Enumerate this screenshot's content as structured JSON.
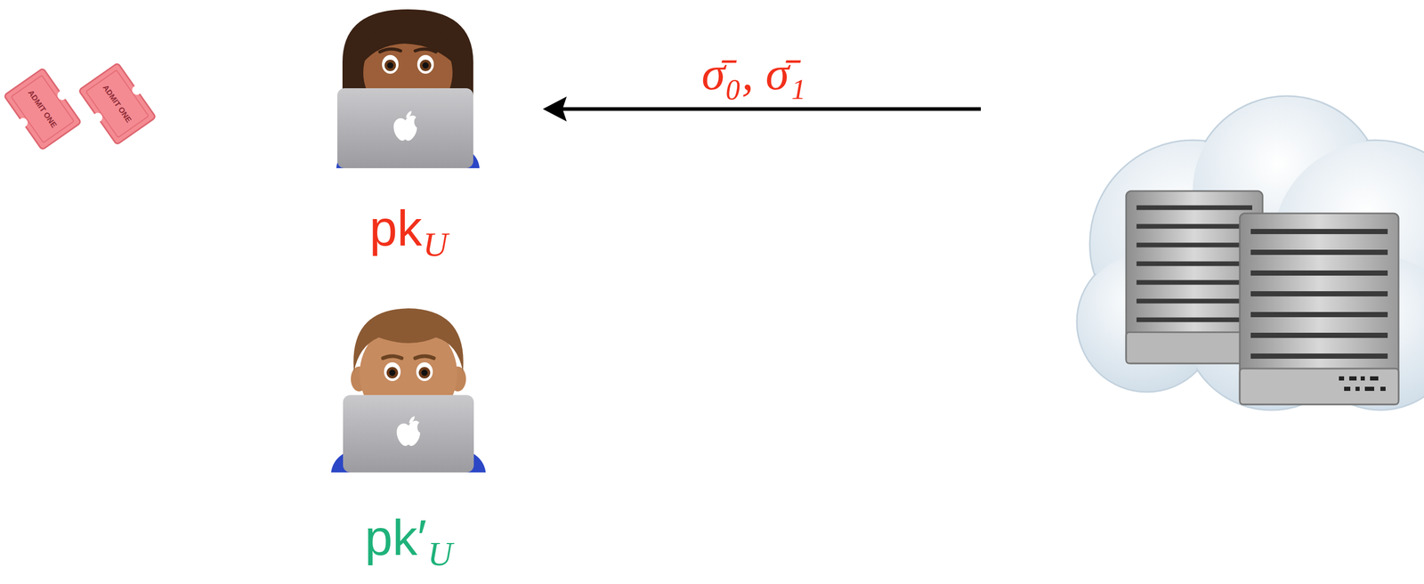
{
  "diagram": {
    "nodes": [
      {
        "text": [
          "pk",
          "U"
        ]
      },
      {
        "text": [
          "pk′",
          "U"
        ]
      }
    ],
    "labels": [
      "σ̄₀, σ̄₁",
      "ADMIT ONE",
      "ADMIT ONE"
    ]
  }
}
